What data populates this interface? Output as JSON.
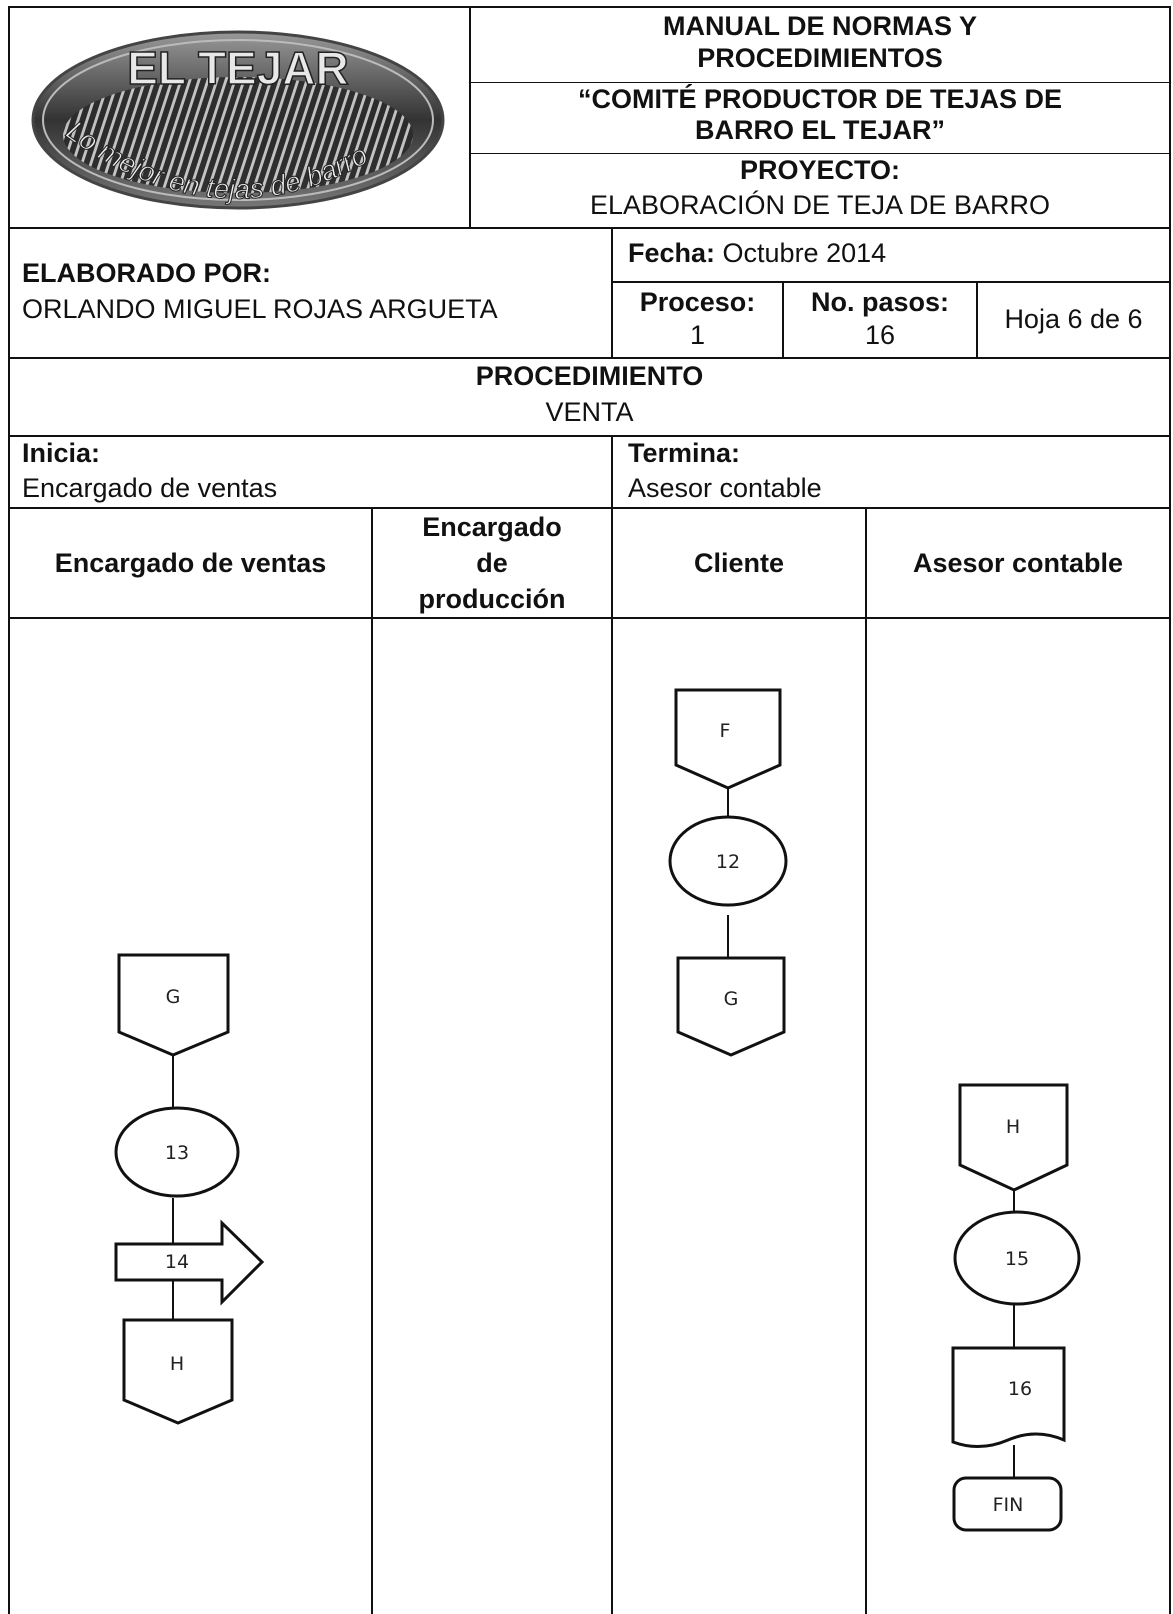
{
  "header": {
    "logo": {
      "text_top": "EL TEJAR",
      "text_arc": "Lo mejor en tejas de barro"
    },
    "title_line1": "MANUAL DE NORMAS Y",
    "title_line2": "PROCEDIMIENTOS",
    "committee_line1": "“COMITÉ PRODUCTOR DE TEJAS DE",
    "committee_line2": "BARRO EL TEJAR”",
    "project_label": "PROYECTO:",
    "project_value": "ELABORACIÓN DE TEJA DE BARRO"
  },
  "info": {
    "prepared_by_label": "ELABORADO POR:",
    "prepared_by_value": "ORLANDO MIGUEL ROJAS ARGUETA",
    "date_label": "Fecha:",
    "date_value": " Octubre 2014",
    "process_label": "Proceso:",
    "process_value": "1",
    "steps_label": "No. pasos:",
    "steps_value": "16",
    "sheet": "Hoja 6 de 6"
  },
  "procedure": {
    "label": "PROCEDIMIENTO",
    "value": "VENTA"
  },
  "start_end": {
    "start_label": "Inicia:",
    "start_value": "Encargado de ventas",
    "end_label": "Termina:",
    "end_value": "Asesor contable"
  },
  "lanes": {
    "lane1": "Encargado de ventas",
    "lane2_l1": "Encargado",
    "lane2_l2": "de",
    "lane2_l3": "producción",
    "lane3": "Cliente",
    "lane4": "Asesor contable"
  },
  "flow": {
    "connector_f": "F",
    "step_12": "12",
    "connector_g_out": "G",
    "connector_g_in": "G",
    "step_13": "13",
    "step_14": "14",
    "connector_h_out": "H",
    "connector_h_in": "H",
    "step_15": "15",
    "step_16": "16",
    "end": "FIN"
  }
}
